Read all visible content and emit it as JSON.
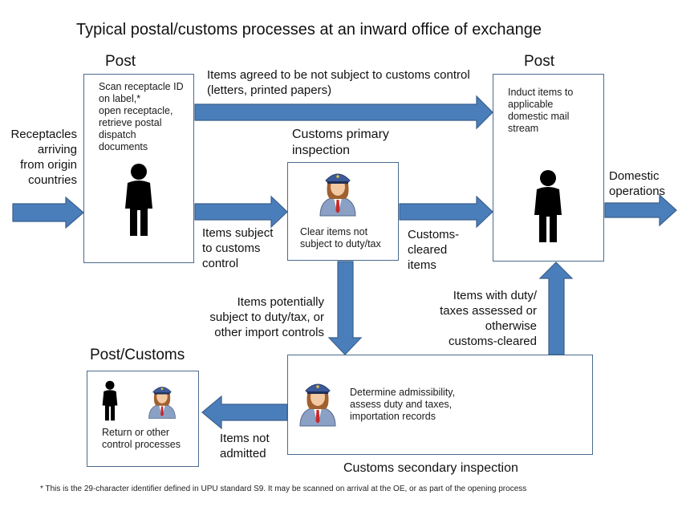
{
  "title": "Typical postal/customs processes at an inward office of exchange",
  "headers": {
    "post_left": "Post",
    "post_right": "Post",
    "customs_primary_line1": "Customs primary",
    "customs_primary_line2": "inspection",
    "post_customs": "Post/Customs",
    "customs_secondary": "Customs secondary inspection"
  },
  "boxes": {
    "post_left": [
      "Scan receptacle ID",
      "on label,*",
      "open receptacle,",
      "retrieve postal",
      "dispatch",
      "documents"
    ],
    "post_right": [
      "Induct items to",
      "applicable",
      "domestic mail",
      "stream"
    ],
    "customs_primary": [
      "Clear items not",
      "subject to duty/tax"
    ],
    "secondary": [
      "Determine admissibility,",
      "assess duty and taxes,",
      "importation records"
    ],
    "post_customs": [
      "Return or other",
      "control processes"
    ]
  },
  "flow_labels": {
    "receptacles": [
      "Receptacles",
      "arriving",
      "from origin",
      "countries"
    ],
    "not_subject": [
      "Items agreed to be not subject to customs control",
      "(letters, printed papers)"
    ],
    "subject": [
      "Items subject",
      "to customs",
      "control"
    ],
    "cleared": [
      "Customs-",
      "cleared",
      "items"
    ],
    "domestic": [
      "Domestic",
      "operations"
    ],
    "potentially": [
      "Items potentially",
      "subject to duty/tax, or",
      "other import controls"
    ],
    "duty_assessed": [
      "Items with duty/",
      "taxes assessed or",
      "otherwise",
      "customs-cleared"
    ],
    "not_admitted": [
      "Items not",
      "admitted"
    ]
  },
  "footnote": "* This is the 29-character identifier defined in UPU standard S9. It may be scanned on arrival at the OE, or as part of the opening process",
  "colors": {
    "arrow": "#4a7ebb",
    "arrow_border": "#3a5f8a",
    "box_border": "#4a6b8f"
  },
  "icons": [
    "person-icon",
    "customs-officer-icon"
  ]
}
